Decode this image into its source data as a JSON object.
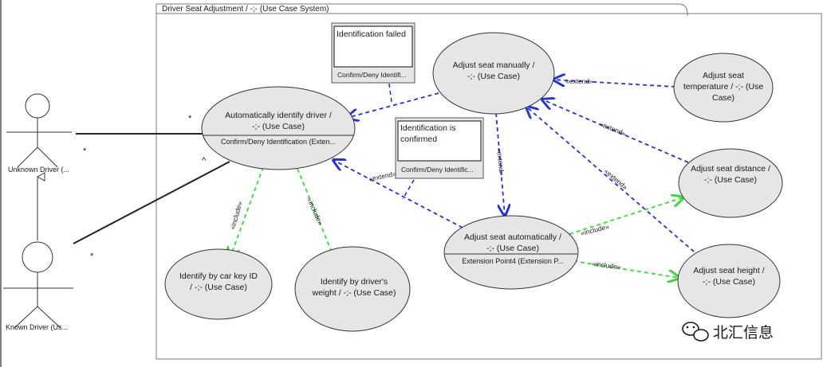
{
  "diagram": {
    "frame_title": "Driver Seat Adjustment / -;- (Use Case System)",
    "actors": [
      {
        "id": "unknown",
        "label": "Unknown Driver (..."
      },
      {
        "id": "known",
        "label": "Known Driver (Us..."
      }
    ],
    "use_cases": {
      "auto_identify": {
        "line1": "Automatically identify driver /",
        "line2": "-;- (Use Case)",
        "ext": "Confirm/Deny Identification (Exten..."
      },
      "adjust_manual": {
        "line1": "Adjust seat manually /",
        "line2": "-;- (Use Case)"
      },
      "adjust_temp": {
        "line1": "Adjust seat",
        "line2": "temperature / -;- (Use",
        "line3": "Case)"
      },
      "adjust_distance": {
        "line1": "Adjust seat distance /",
        "line2": "-;- (Use Case)"
      },
      "adjust_auto": {
        "line1": "Adjust seat automatically /",
        "line2": "-;- (Use Case)",
        "ext": "Extension Point4 (Extension P..."
      },
      "adjust_height": {
        "line1": "Adjust seat height /",
        "line2": "-;- (Use Case)"
      },
      "identify_key": {
        "line1": "Identify by car key ID",
        "line2": "/ -;- (Use Case)"
      },
      "identify_weight": {
        "line1": "Identify by driver's",
        "line2": "weight / -;- (Use Case)"
      }
    },
    "notes": {
      "failed": {
        "line1": "Identification failed",
        "foot": "Confirm/Deny Identifi..."
      },
      "confirmed": {
        "line1": "Identification is",
        "line2": "confirmed",
        "foot": "Confirm/Deny Identific..."
      }
    },
    "stereotypes": {
      "extend": "«extend»",
      "include": "«include»"
    },
    "multiplicity": "*",
    "caret": "^",
    "watermark": "北汇信息",
    "colors": {
      "extend": "#2233dd",
      "include": "#33dd33",
      "usecase_fill": "#e6e6e6",
      "note_fill": "#e6e6e6"
    }
  }
}
